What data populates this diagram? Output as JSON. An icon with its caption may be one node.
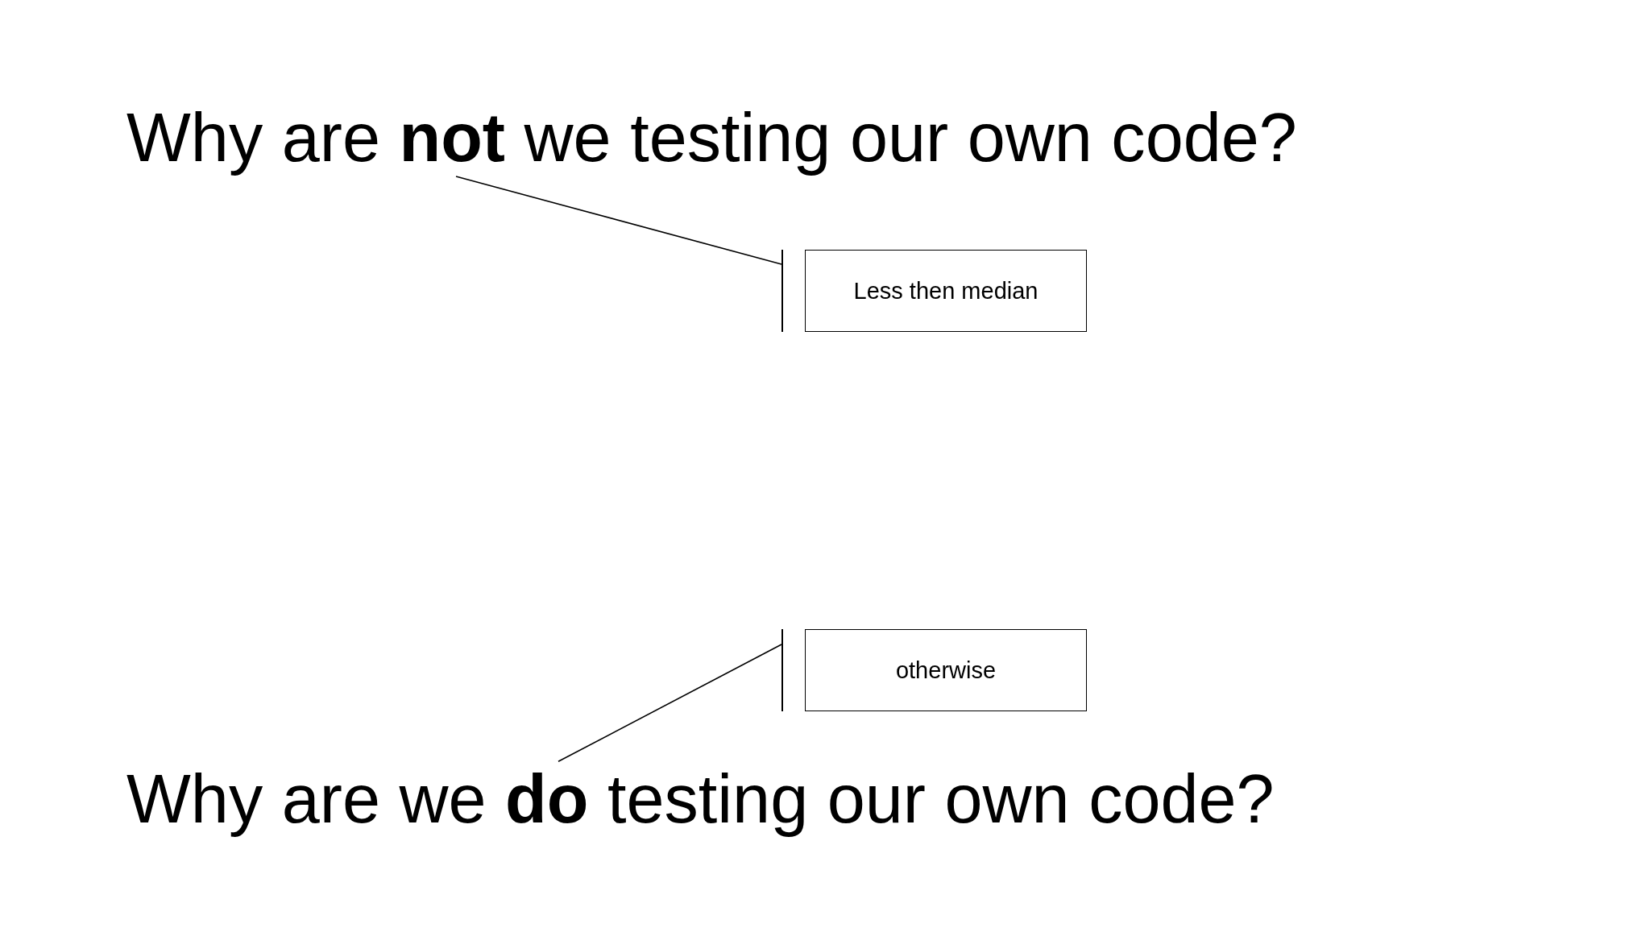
{
  "diagram": {
    "nodes": [
      {
        "text": [
          "Why are **not** we testing our own code?"
        ]
      },
      {
        "text": [
          "Less then median"
        ]
      },
      {
        "text": [
          "otherwise"
        ]
      },
      {
        "text": [
          "Why are we **do** testing our own code?"
        ]
      }
    ],
    "edges": [
      {
        "from": 1,
        "to": 0,
        "arrow": "none"
      },
      {
        "from": 2,
        "to": 3,
        "arrow": "none"
      }
    ]
  }
}
